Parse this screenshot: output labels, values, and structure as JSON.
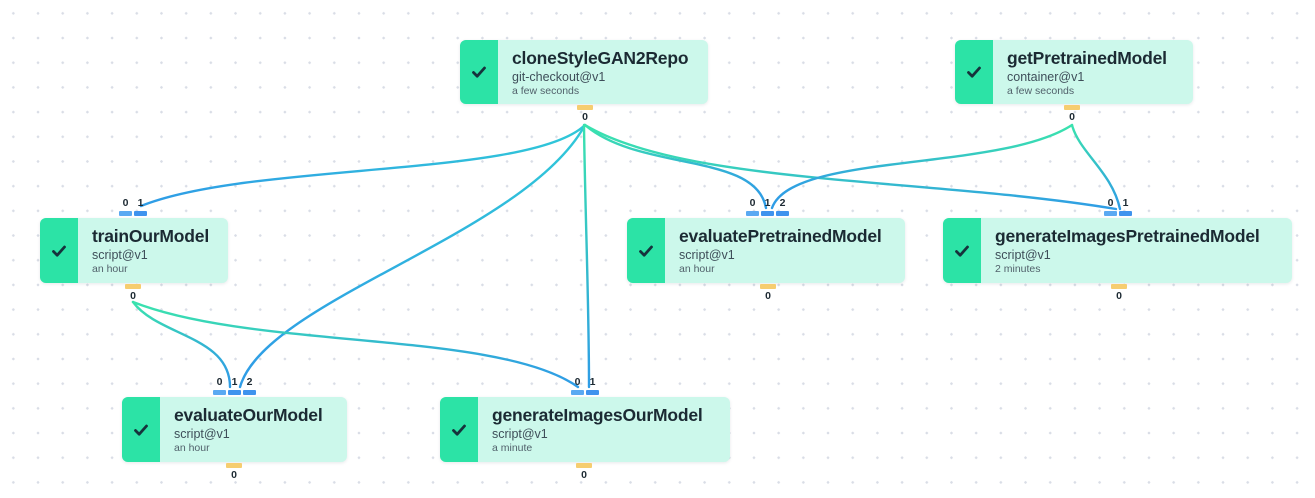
{
  "colors": {
    "node_status_green": "#2ce3a6",
    "node_background_mint": "#ccf8eb",
    "edge_teal": "#3ae2ae",
    "edge_cyan": "#30c8d8",
    "edge_blue": "#2f9ce6",
    "input_port_blue": "#3f93ee",
    "input_port_blue_light": "#5aa9f2",
    "output_port_yellow": "#f6cd70",
    "title_text": "#1b2a33"
  },
  "nodes": [
    {
      "id": "cloneStyleGAN2Repo",
      "title": "cloneStyleGAN2Repo",
      "type": "git-checkout@v1",
      "duration": "a few seconds",
      "status": "completed",
      "inputs": [],
      "outputs": [
        "0"
      ]
    },
    {
      "id": "getPretrainedModel",
      "title": "getPretrainedModel",
      "type": "container@v1",
      "duration": "a few seconds",
      "status": "completed",
      "inputs": [],
      "outputs": [
        "0"
      ]
    },
    {
      "id": "trainOurModel",
      "title": "trainOurModel",
      "type": "script@v1",
      "duration": "an hour",
      "status": "completed",
      "inputs": [
        "0",
        "1"
      ],
      "outputs": [
        "0"
      ]
    },
    {
      "id": "evaluatePretrainedModel",
      "title": "evaluatePretrainedModel",
      "type": "script@v1",
      "duration": "an hour",
      "status": "completed",
      "inputs": [
        "0",
        "1",
        "2"
      ],
      "outputs": [
        "0"
      ]
    },
    {
      "id": "generateImagesPretrainedModel",
      "title": "generateImagesPretrainedModel",
      "type": "script@v1",
      "duration": "2 minutes",
      "status": "completed",
      "inputs": [
        "0",
        "1"
      ],
      "outputs": [
        "0"
      ]
    },
    {
      "id": "evaluateOurModel",
      "title": "evaluateOurModel",
      "type": "script@v1",
      "duration": "an hour",
      "status": "completed",
      "inputs": [
        "0",
        "1",
        "2"
      ],
      "outputs": [
        "0"
      ]
    },
    {
      "id": "generateImagesOurModel",
      "title": "generateImagesOurModel",
      "type": "script@v1",
      "duration": "a minute",
      "status": "completed",
      "inputs": [
        "0",
        "1"
      ],
      "outputs": [
        "0"
      ]
    }
  ],
  "edges": [
    {
      "source": "cloneStyleGAN2Repo",
      "source_port": "0",
      "target": "trainOurModel",
      "target_port": "1"
    },
    {
      "source": "cloneStyleGAN2Repo",
      "source_port": "0",
      "target": "evaluateOurModel",
      "target_port": "2"
    },
    {
      "source": "cloneStyleGAN2Repo",
      "source_port": "0",
      "target": "generateImagesOurModel",
      "target_port": "1"
    },
    {
      "source": "cloneStyleGAN2Repo",
      "source_port": "0",
      "target": "evaluatePretrainedModel",
      "target_port": "1"
    },
    {
      "source": "cloneStyleGAN2Repo",
      "source_port": "0",
      "target": "generateImagesPretrainedModel",
      "target_port": "0"
    },
    {
      "source": "getPretrainedModel",
      "source_port": "0",
      "target": "evaluatePretrainedModel",
      "target_port": "2"
    },
    {
      "source": "getPretrainedModel",
      "source_port": "0",
      "target": "generateImagesPretrainedModel",
      "target_port": "1"
    },
    {
      "source": "trainOurModel",
      "source_port": "0",
      "target": "evaluateOurModel",
      "target_port": "1"
    },
    {
      "source": "trainOurModel",
      "source_port": "0",
      "target": "generateImagesOurModel",
      "target_port": "0"
    }
  ]
}
